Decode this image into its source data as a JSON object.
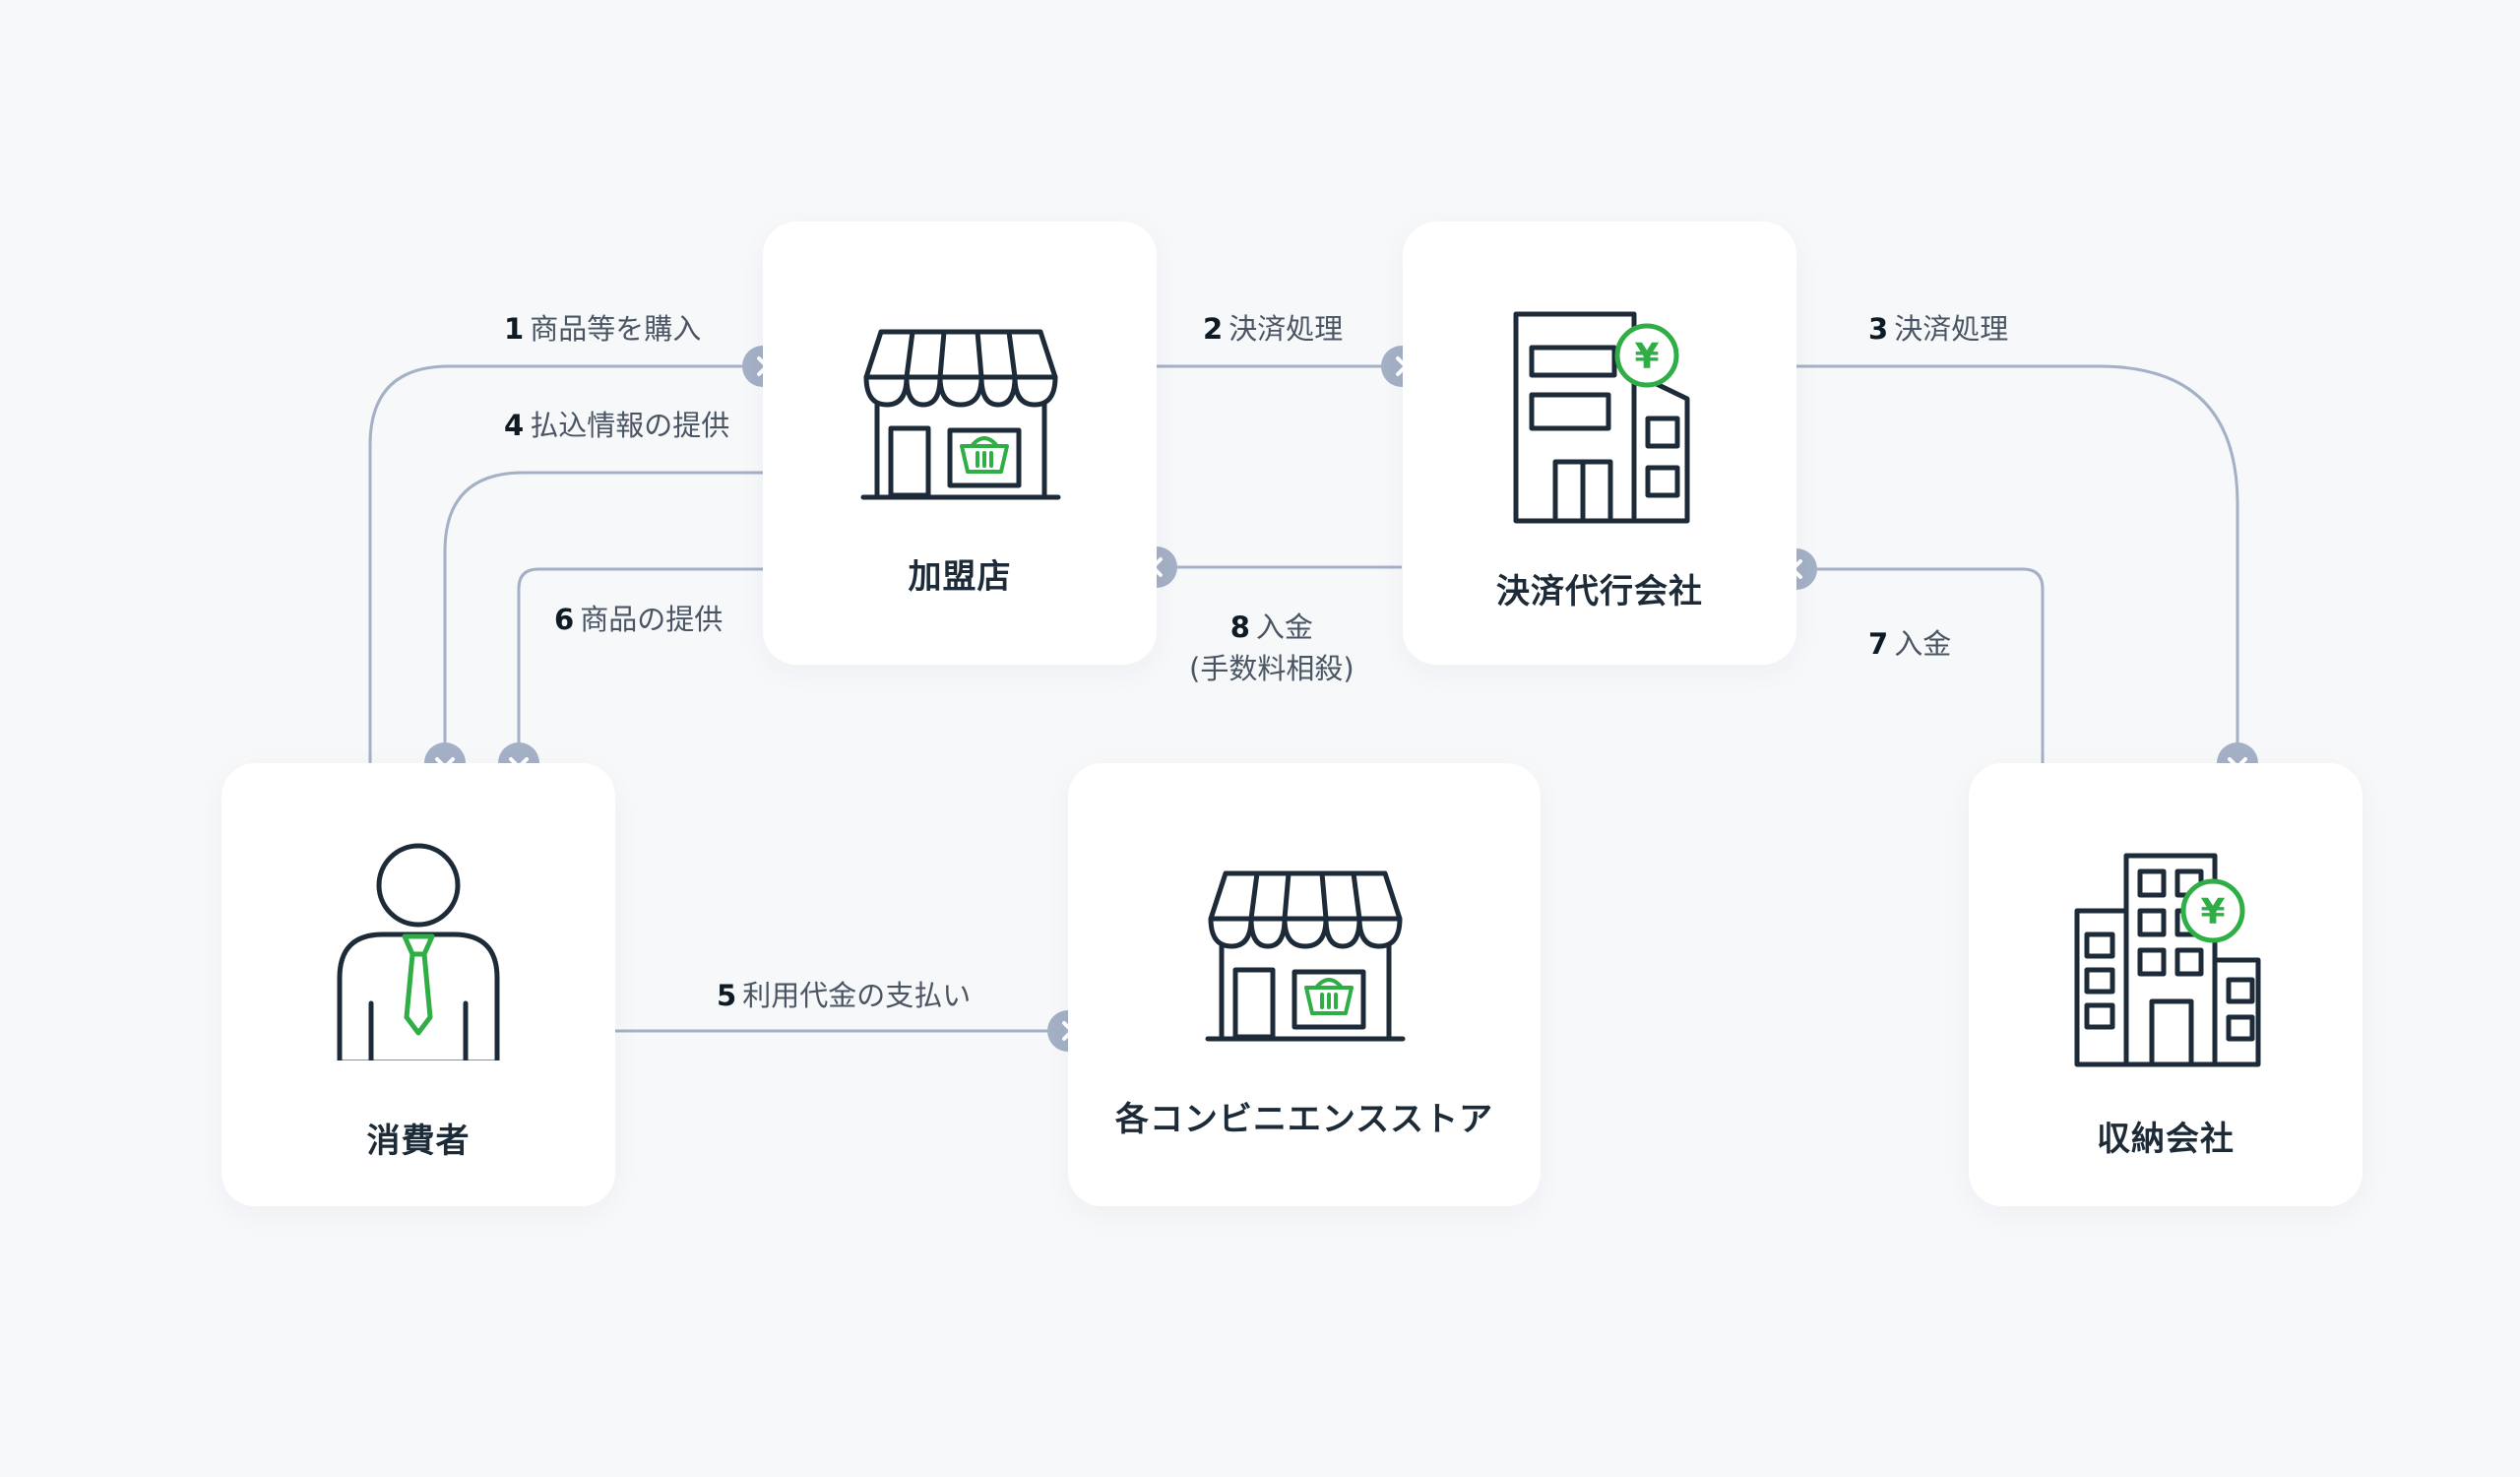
{
  "nodes": {
    "consumer": "消費者",
    "merchant": "加盟店",
    "payment_agent": "決済代行会社",
    "convenience_store": "各コンビニエンスストア",
    "collection_company": "収納会社"
  },
  "steps": [
    {
      "num": "1",
      "label": "商品等を購入"
    },
    {
      "num": "2",
      "label": "決済処理"
    },
    {
      "num": "3",
      "label": "決済処理"
    },
    {
      "num": "4",
      "label": "払込情報の提供"
    },
    {
      "num": "5",
      "label": "利用代金の支払い"
    },
    {
      "num": "6",
      "label": "商品の提供"
    },
    {
      "num": "7",
      "label": "入金"
    },
    {
      "num": "8",
      "label": "入金",
      "note": "(手数料相殺)"
    }
  ],
  "currency_symbol": "¥",
  "colors": {
    "background": "#f7f8fa",
    "card": "#ffffff",
    "line": "#a4b0c6",
    "icon_dark": "#1d2b38",
    "accent_green": "#2fae45",
    "text": "#1d2b38"
  }
}
